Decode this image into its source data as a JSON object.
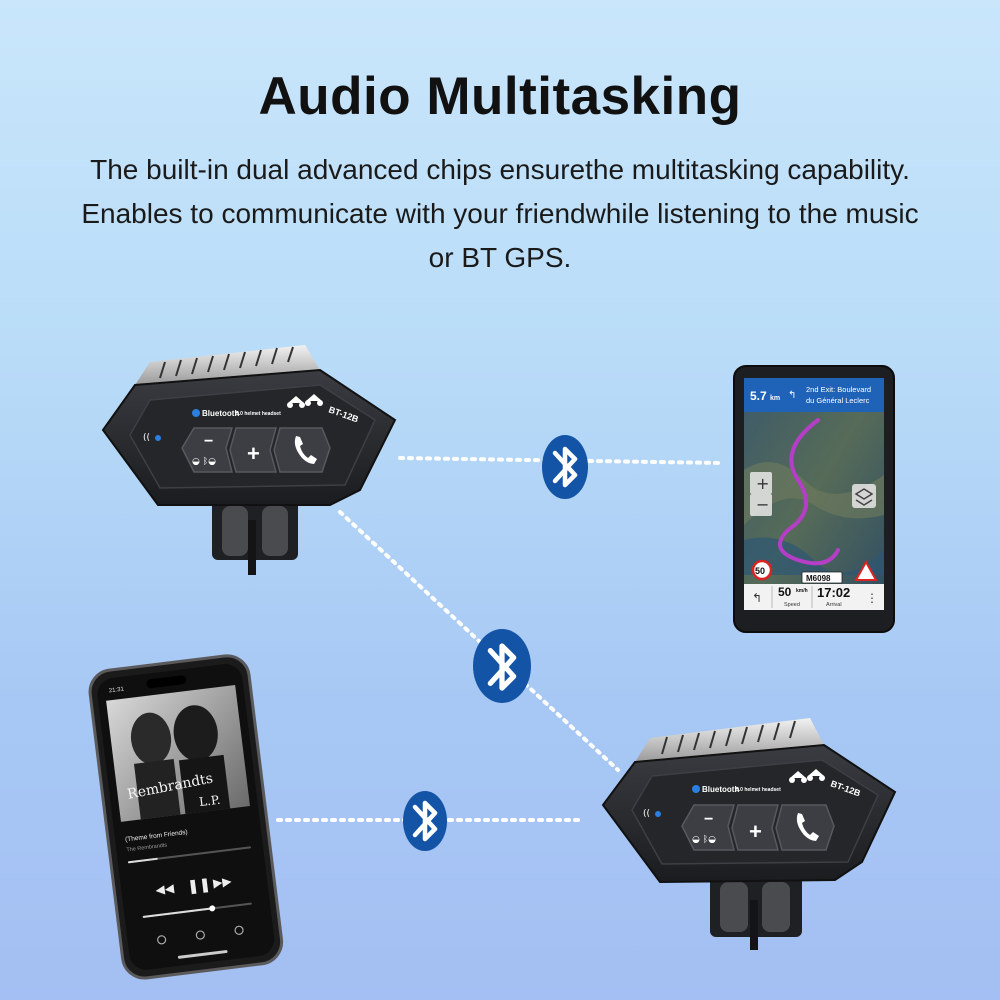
{
  "header": {
    "title": "Audio Multitasking",
    "description_lines": [
      "The built-in dual advanced chips ensurethe multitasking capability.",
      "Enables to communicate with your friendwhile listening to the music",
      "or BT GPS."
    ]
  },
  "headset": {
    "brand": "Bluetooth",
    "subtitle": "5.0 helmet headset",
    "model": "BT-12B",
    "minus": "−",
    "plus": "+"
  },
  "gps": {
    "distance": "5.7",
    "distance_unit": "km",
    "instruction_line1": "2nd Exit: Boulevard",
    "instruction_line2": "du Général Leclerc",
    "road_code": "M6098",
    "speed_limit": "50",
    "speed": "50",
    "speed_unit": "km/h",
    "speed_label": "Speed",
    "arrival_time": "17:02",
    "arrival_label": "Arrival"
  },
  "phone": {
    "status_time": "21:31",
    "album_line1": "Rembrandts",
    "album_line2": "L.P.",
    "track_title": "(Theme from Friends)",
    "track_artist": "The Rembrandts"
  },
  "colors": {
    "bluetooth_badge": "#1454a6",
    "connection_dots": "#ffffff",
    "headset_body": "#2a2c30"
  },
  "icons": [
    "bluetooth-icon",
    "phone-icon",
    "play-pause-icon",
    "previous-icon",
    "next-icon",
    "motorcycle-icon"
  ]
}
